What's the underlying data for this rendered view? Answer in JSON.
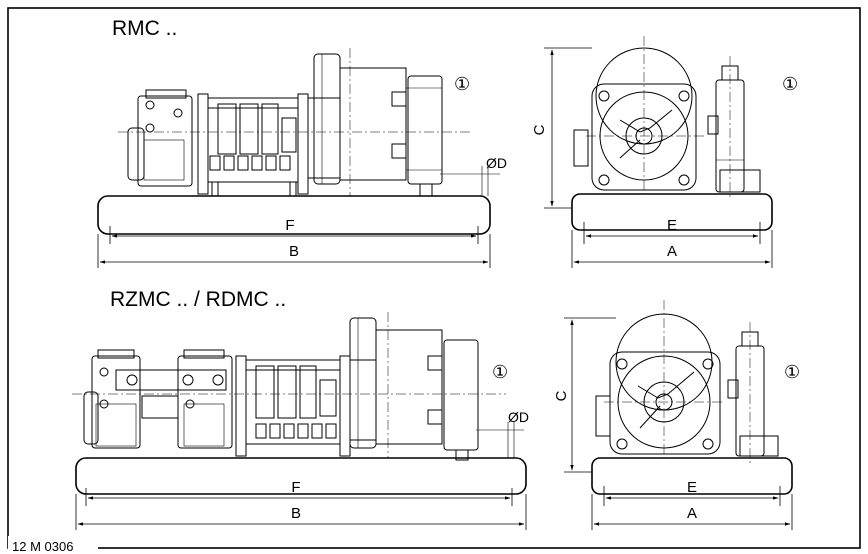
{
  "top": {
    "title": "RMC ..",
    "labels": {
      "f": "F",
      "b": "B",
      "e": "E",
      "a": "A",
      "c": "C",
      "d": "ØD"
    }
  },
  "bottom": {
    "title": "RZMC .. / RDMC ..",
    "labels": {
      "f": "F",
      "b": "B",
      "e": "E",
      "a": "A",
      "c": "C",
      "d": "ØD"
    }
  },
  "marker": "①",
  "drawing_number": "12 M 0306"
}
